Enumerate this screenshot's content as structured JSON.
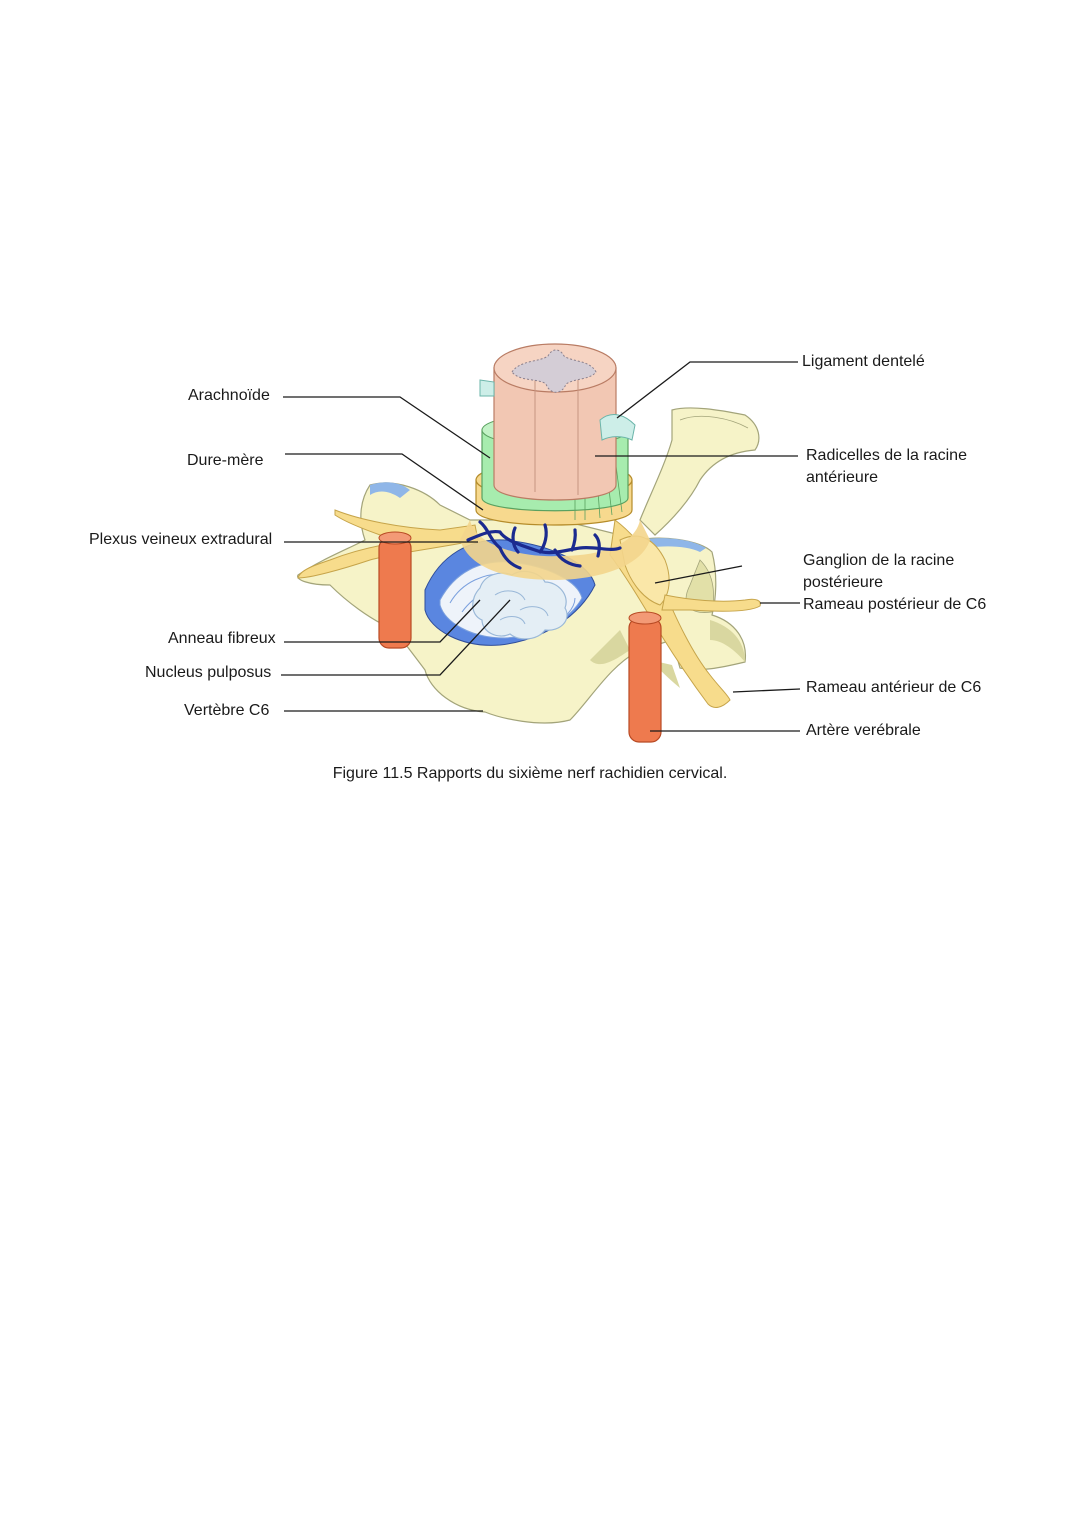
{
  "labels_left": {
    "arachnoide": "Arachnoïde",
    "dure_mere": "Dure-mère",
    "plexus": "Plexus veineux extradural",
    "anneau": "Anneau fibreux",
    "nucleus": "Nucleus pulposus",
    "vertebre": "Vertèbre C6"
  },
  "labels_right": {
    "ligament": "Ligament dentelé",
    "radicelles_1": "Radicelles de la racine",
    "radicelles_2": "antérieure",
    "ganglion_1": "Ganglion de la racine",
    "ganglion_2": "postérieure",
    "rameau_post": "Rameau postérieur de C6",
    "rameau_ant": "Rameau antérieur de C6",
    "artere": "Artère verébrale"
  },
  "caption": "Figure 11.5 Rapports du sixième nerf rachidien cervical.",
  "colors": {
    "bone": "#f6f3c8",
    "bone_shadow": "#d9d7a0",
    "cord": "#f2c7b3",
    "gray_matter": "#d4cdd6",
    "arachnoid": "#a7ecae",
    "dura": "#f7d98e",
    "nerve": "#f7dc8c",
    "vein": "#1b2a8f",
    "disc_annulus": "#5a86e0",
    "disc_nucleus": "#e4eef5",
    "artery": "#ee7a4e",
    "ligament": "#cdeee8"
  }
}
